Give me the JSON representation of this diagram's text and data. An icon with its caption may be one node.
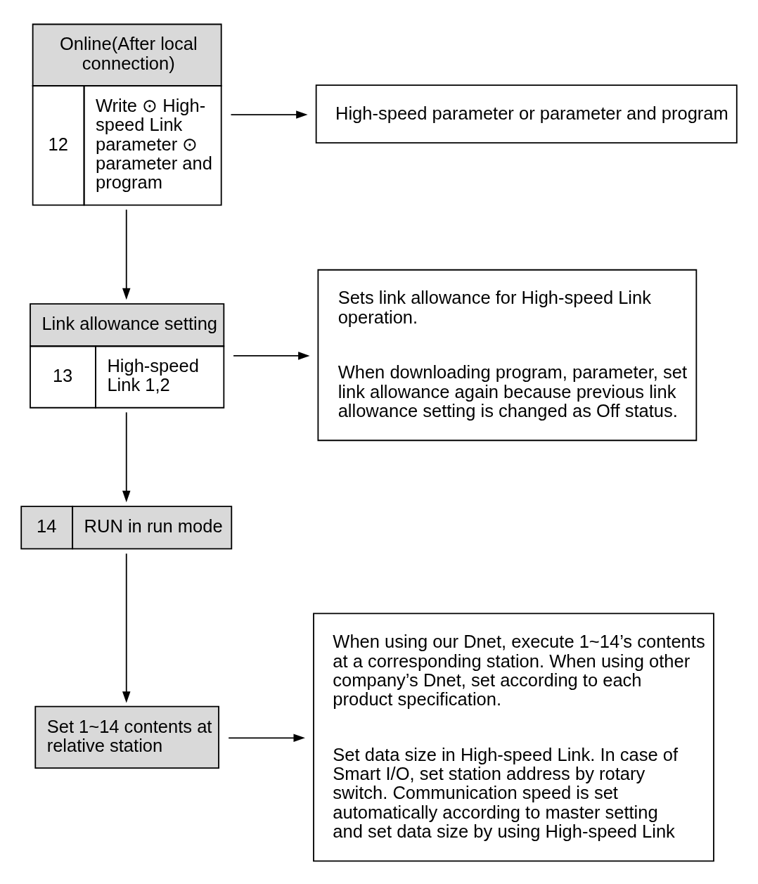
{
  "diagram": {
    "nodes": [
      {
        "text": [
          "Online(After local connection)",
          "12",
          "Write ⊙ High-speed Link parameter ⊙ parameter and program"
        ]
      },
      {
        "text": [
          "High-speed parameter or parameter and program"
        ]
      },
      {
        "text": [
          "Link allowance setting",
          "13",
          "High-speed Link 1,2"
        ]
      },
      {
        "text": [
          "Sets link allowance for High-speed Link operation.",
          "When downloading program, parameter, set link allowance again because previous link allowance setting is changed as Off status."
        ]
      },
      {
        "text": [
          "14",
          "RUN in run mode"
        ]
      },
      {
        "text": [
          "Set 1~14 contents at relative station"
        ]
      },
      {
        "text": [
          "When using our Dnet, execute 1~14’s contents at a corresponding station. When using other company’s Dnet, set according to each product specification.",
          "Set data size in High-speed Link. In case of Smart I/O, set station address by rotary switch. Communication speed is set automatically according to master setting and set data size by using High-speed Link"
        ]
      }
    ],
    "edges": [
      {
        "from": 0,
        "to": 1,
        "arrow": "to"
      },
      {
        "from": 0,
        "to": 2,
        "arrow": "to"
      },
      {
        "from": 2,
        "to": 3,
        "arrow": "to"
      },
      {
        "from": 2,
        "to": 4,
        "arrow": "to"
      },
      {
        "from": 4,
        "to": 5,
        "arrow": "to"
      },
      {
        "from": 5,
        "to": 6,
        "arrow": "to"
      }
    ]
  }
}
